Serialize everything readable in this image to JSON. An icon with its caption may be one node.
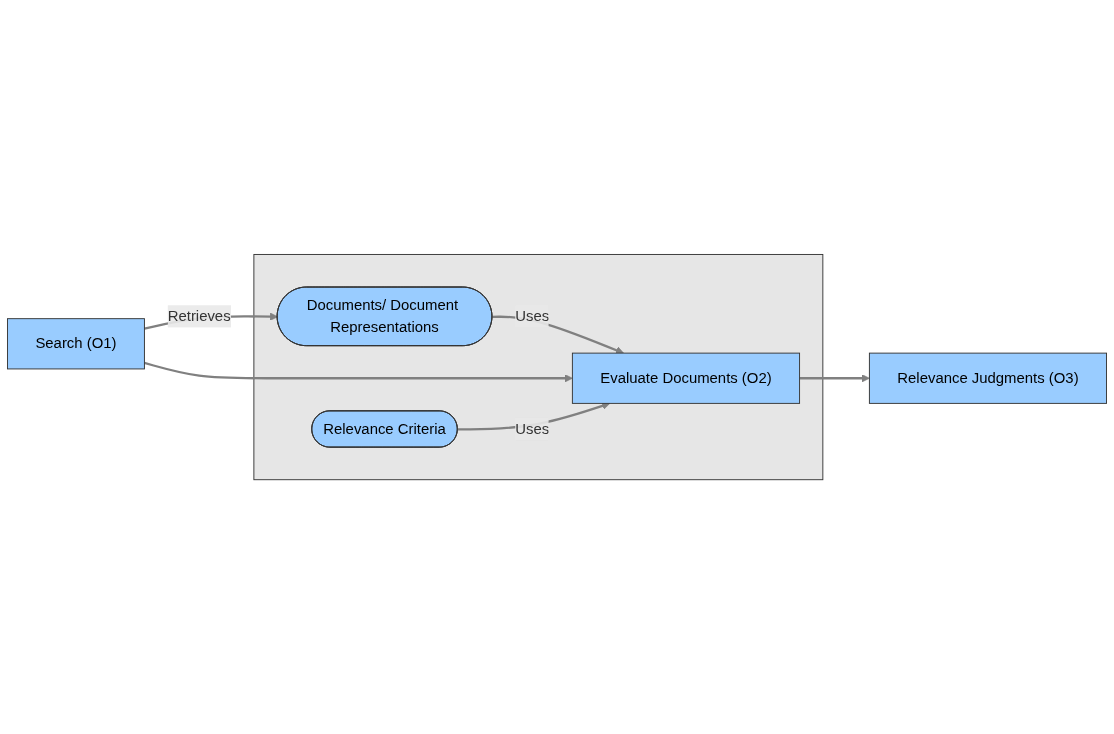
{
  "diagram": {
    "nodes": [
      {
        "text": [],
        "shape": "box"
      },
      {
        "text": [
          "Documents/ Document Representations"
        ],
        "in": 0
      },
      {
        "text": [
          "Search (O1)"
        ]
      },
      {
        "text": [
          "Evaluate Documents (O2)"
        ],
        "in": 0
      },
      {
        "text": [
          "Relevance Judgments (O3)"
        ]
      },
      {
        "text": [
          "Relevance Criteria"
        ],
        "in": 0
      }
    ],
    "edges": [
      {
        "from": 2,
        "to": 1,
        "arrow": "to",
        "label": "Retrieves"
      },
      {
        "from": 1,
        "to": 3,
        "arrow": "to",
        "label": "Uses"
      },
      {
        "from": 2,
        "to": 3,
        "arrow": "to"
      },
      {
        "from": 3,
        "to": 4,
        "arrow": "to"
      },
      {
        "from": 5,
        "to": 3,
        "arrow": "to",
        "label": "Uses"
      }
    ]
  }
}
